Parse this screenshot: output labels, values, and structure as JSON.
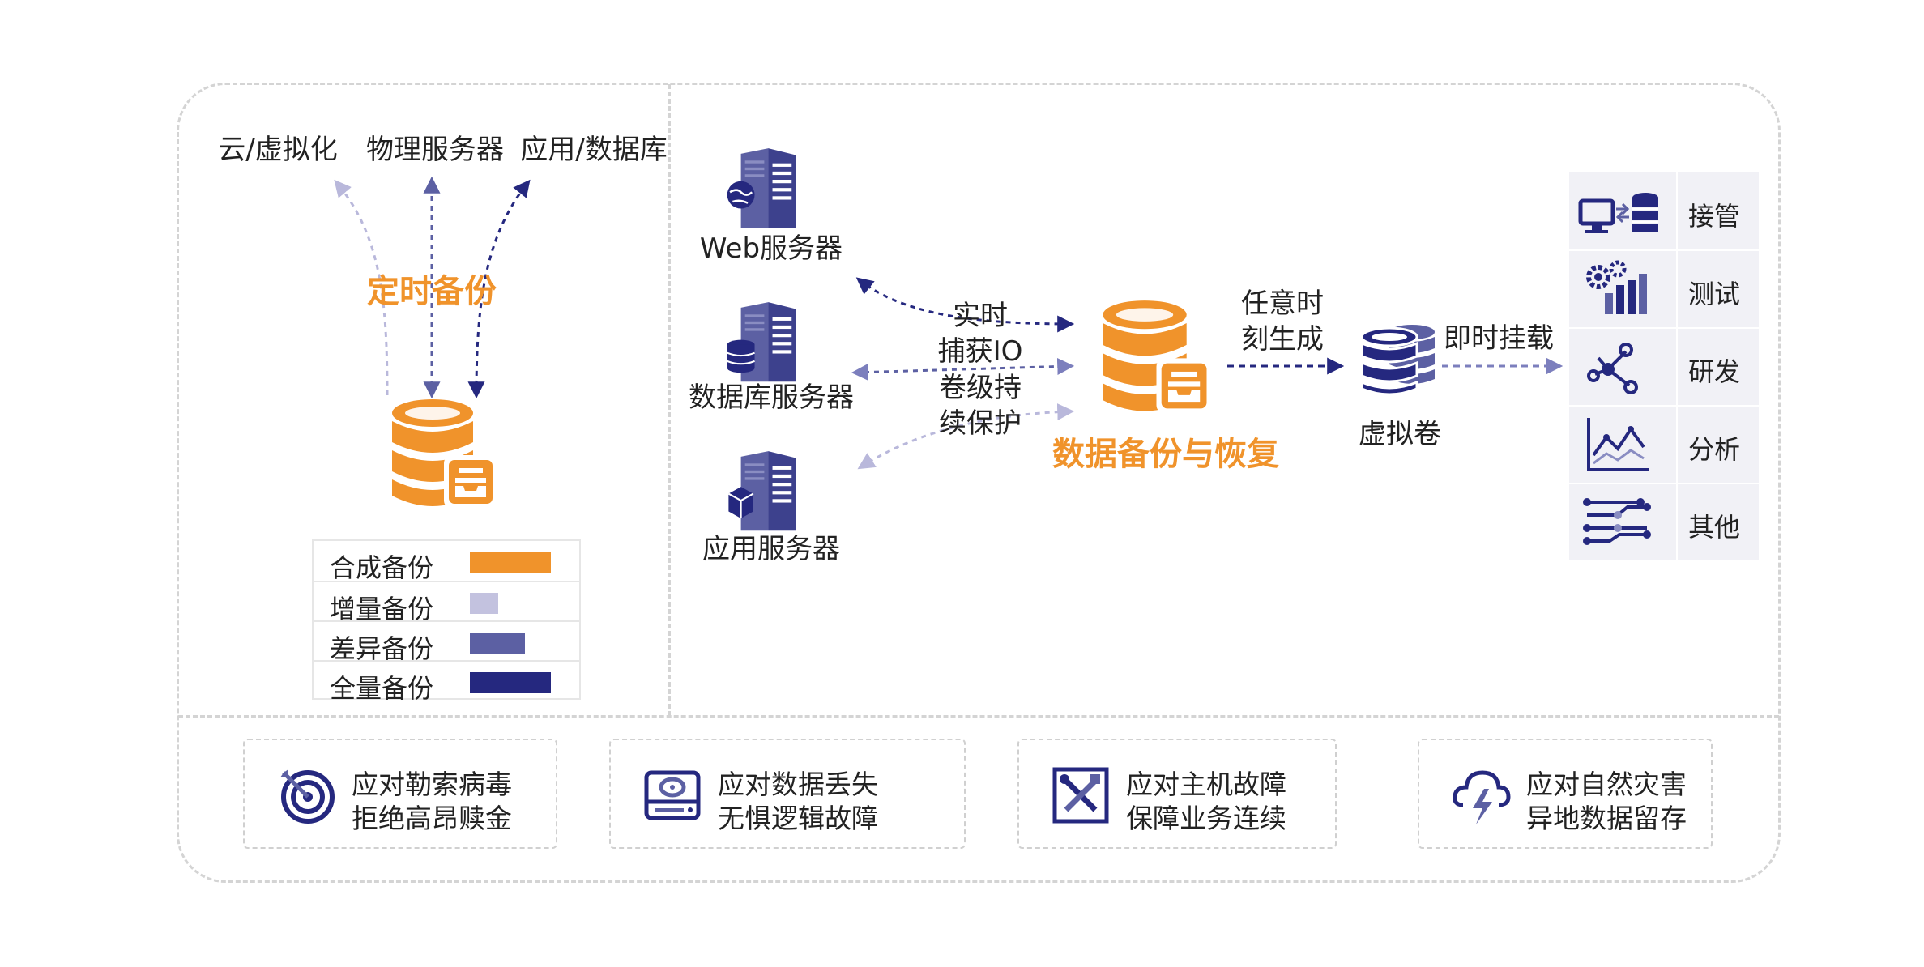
{
  "left": {
    "targets": [
      "云/虚拟化",
      "物理服务器",
      "应用/数据库"
    ],
    "scheduled_label": "定时备份",
    "legend": [
      {
        "label": "合成备份",
        "color": "#f0932b"
      },
      {
        "label": "增量备份",
        "color": "#c3c2df"
      },
      {
        "label": "差异备份",
        "color": "#5c60a3"
      },
      {
        "label": "全量备份",
        "color": "#25287f"
      }
    ]
  },
  "middle": {
    "servers": [
      "Web服务器",
      "数据库服务器",
      "应用服务器"
    ],
    "capture_lines": [
      "实时",
      "捕获IO",
      "卷级持",
      "续保护"
    ],
    "core_label": "数据备份与恢复",
    "generate_lines": [
      "任意时",
      "刻生成"
    ],
    "virtual_volume": "虚拟卷",
    "mount_label": "即时挂载"
  },
  "apps": [
    {
      "icon": "takeover-icon",
      "label": "接管"
    },
    {
      "icon": "test-icon",
      "label": "测试"
    },
    {
      "icon": "research-icon",
      "label": "研发"
    },
    {
      "icon": "analysis-icon",
      "label": "分析"
    },
    {
      "icon": "other-icon",
      "label": "其他"
    }
  ],
  "cards": [
    {
      "icon": "ransomware-target-icon",
      "line1": "应对勒索病毒",
      "line2": "拒绝高昂赎金"
    },
    {
      "icon": "disk-icon",
      "line1": "应对数据丢失",
      "line2": "无惧逻辑故障"
    },
    {
      "icon": "tools-icon",
      "line1": "应对主机故障",
      "line2": "保障业务连续"
    },
    {
      "icon": "storm-cloud-icon",
      "line1": "应对自然灾害",
      "line2": "异地数据留存"
    }
  ],
  "colors": {
    "orange": "#f0932b",
    "navy": "#25287f",
    "blue": "#5c60a3",
    "light": "#c3c2df"
  }
}
